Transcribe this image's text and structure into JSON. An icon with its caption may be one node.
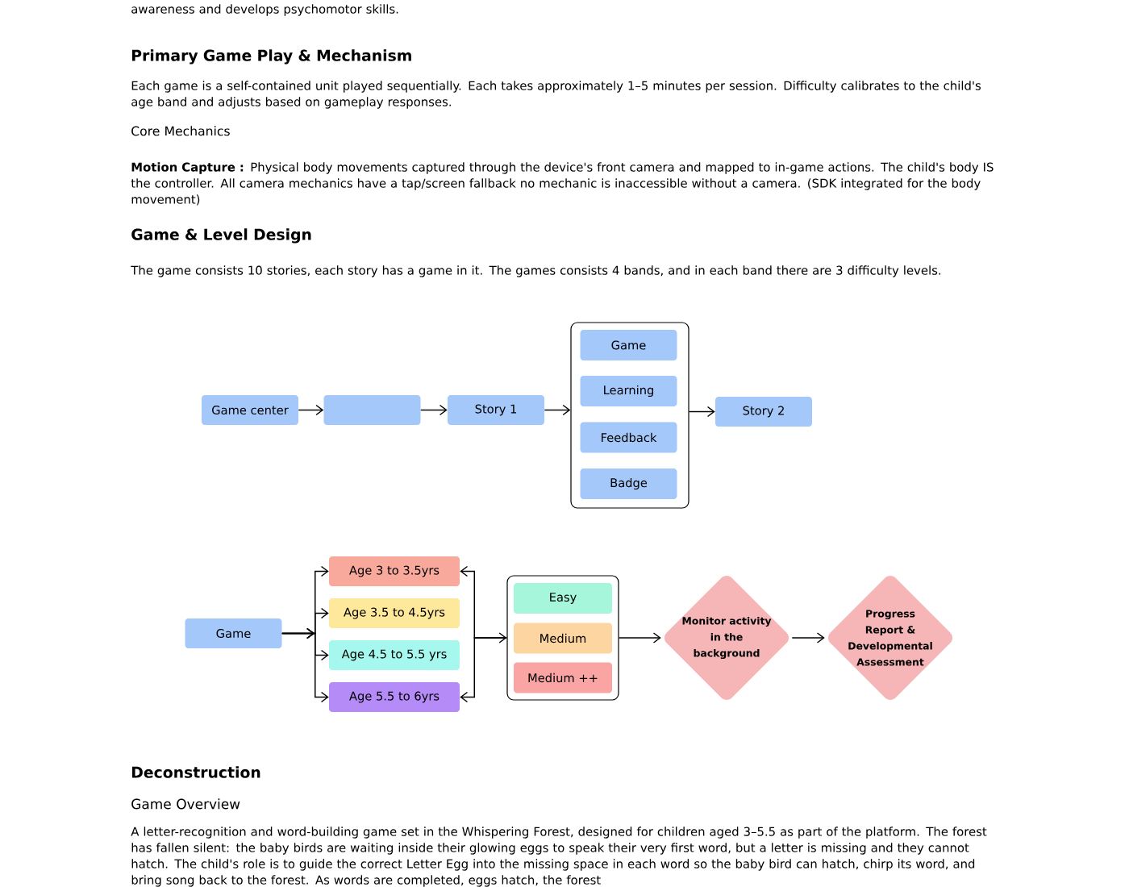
{
  "diagram": {
    "nodes": [
      {
        "text": [
          "Game center"
        ]
      },
      {
        "text": [],
        "shape": "box"
      },
      {
        "text": [
          "Story 1"
        ]
      },
      {
        "text": [],
        "shape": "box"
      },
      {
        "text": [
          "Game"
        ],
        "in": 3
      },
      {
        "text": [
          "Learning"
        ],
        "in": 3
      },
      {
        "text": [
          "Feedback"
        ],
        "in": 3
      },
      {
        "text": [
          "Badge"
        ],
        "in": 3
      },
      {
        "text": [
          "Story 2"
        ]
      },
      {
        "text": [
          "Game"
        ]
      },
      {
        "text": [
          "Age 3 to 3.5yrs"
        ]
      },
      {
        "text": [
          "Age 3.5 to 4.5yrs"
        ]
      },
      {
        "text": [
          "Age 4.5 to 5.5 yrs"
        ]
      },
      {
        "text": [
          "Age 5.5 to 6yrs"
        ]
      },
      {
        "text": [],
        "shape": "box"
      },
      {
        "text": [
          "Easy"
        ],
        "in": 14
      },
      {
        "text": [
          "Medium"
        ],
        "in": 14
      },
      {
        "text": [
          "Medium ++"
        ],
        "in": 14
      },
      {
        "text": [
          "Monitor activity in the background"
        ]
      },
      {
        "text": [
          "Progress Report & Developmental Assessment"
        ]
      }
    ],
    "edges": [
      {
        "from": 0,
        "to": 1,
        "arrow": "to"
      },
      {
        "from": 1,
        "to": 2,
        "arrow": "to"
      },
      {
        "from": 2,
        "to": 3,
        "arrow": "to"
      },
      {
        "from": 3,
        "to": 8,
        "arrow": "to"
      },
      {
        "from": 9,
        "to": 10,
        "arrow": "to"
      },
      {
        "from": 9,
        "to": 11,
        "arrow": "to"
      },
      {
        "from": 9,
        "to": 12,
        "arrow": "to"
      },
      {
        "from": 9,
        "to": 13,
        "arrow": "to"
      },
      {
        "from": 10,
        "to": 14,
        "arrow": "both"
      },
      {
        "from": 14,
        "to": 13,
        "arrow": "to"
      },
      {
        "from": 14,
        "to": 18,
        "arrow": "to"
      },
      {
        "from": 18,
        "to": 19,
        "arrow": "to"
      }
    ],
    "labels": [
      "awareness and develops psychomotor skills.",
      "Primary Game Play & Mechanism",
      "Each game is a self-contained unit played sequentially. Each takes approximately 1–5 minutes per session. Difficulty calibrates to the child's age band and adjusts based on gameplay responses.",
      "Core Mechanics",
      "**Motion Capture :** Physical body movements captured through the device's front camera and mapped to in-game actions. The child's body IS the controller. All camera mechanics have a tap/screen fallback no mechanic is inaccessible without a camera. (SDK integrated for the body movement)",
      "Game & Level Design",
      "The game consists 10 stories, each story has a game in it. The games consists 4 bands, and in each band there are 3 difficulty levels.",
      "Deconstruction",
      "Game Overview",
      "A letter-recognition and word-building game set in the Whispering Forest, designed for children aged 3–5.5 as part of the platform. The forest has fallen silent: the baby birds are waiting inside their glowing eggs to speak their very first word, but a letter is missing and they cannot hatch. The child's role is to guide the correct Letter Egg into the missing space in each word so the baby bird can hatch, chirp its word, and bring song back to the forest. As words are completed, eggs hatch, the forest"
    ]
  }
}
